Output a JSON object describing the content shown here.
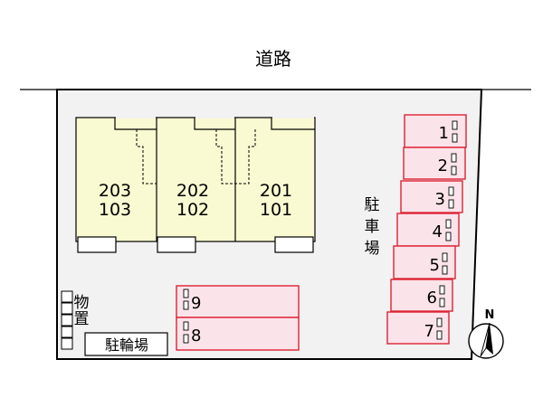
{
  "road": {
    "label": "道路"
  },
  "units": [
    {
      "upper": "203",
      "lower": "103"
    },
    {
      "upper": "202",
      "lower": "102"
    },
    {
      "upper": "201",
      "lower": "101"
    }
  ],
  "parking": {
    "label_chars": [
      "駐",
      "車",
      "場"
    ],
    "spaces": [
      "1",
      "2",
      "3",
      "4",
      "5",
      "6",
      "7"
    ],
    "lower_spaces": [
      "9",
      "8"
    ]
  },
  "storage": {
    "label_chars": [
      "物",
      "置"
    ]
  },
  "bike_parking": {
    "label": "駐輪場"
  },
  "compass": {
    "label": "N"
  },
  "colors": {
    "building_fill": "#fafad2",
    "parking_fill": "#fbe3ea",
    "parking_stroke": "#dd2233",
    "lot_fill": "#f2f2f2"
  }
}
